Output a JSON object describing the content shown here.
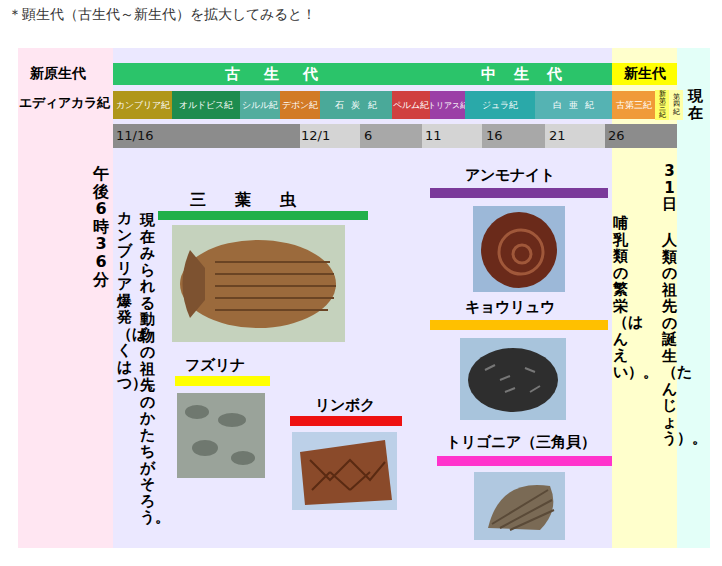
{
  "diagram": {
    "title": "＊顕生代（古生代～新生代）を拡大してみると！",
    "nodes": [
      {
        "text": [
          "古生代"
        ]
      },
      {
        "text": [
          "中生代"
        ]
      },
      {
        "text": [
          "新生代"
        ]
      },
      {
        "text": [
          "カンブリア紀"
        ]
      },
      {
        "text": [
          "オルドビス紀"
        ]
      },
      {
        "text": [
          "シルル紀"
        ]
      },
      {
        "text": [
          "デボン紀"
        ]
      },
      {
        "text": [
          "石炭紀"
        ]
      },
      {
        "text": [
          "ペルム紀"
        ]
      },
      {
        "text": [
          "トリアス紀"
        ]
      },
      {
        "text": [
          "ジュラ紀"
        ]
      },
      {
        "text": [
          "白亜紀"
        ]
      },
      {
        "text": [
          "古第三紀"
        ]
      },
      {
        "text": [
          "新第三紀"
        ]
      },
      {
        "text": [
          "第四紀"
        ]
      }
    ],
    "labels": [
      "新原生代",
      "エディアカラ紀",
      "現在",
      "11/16",
      "12/1",
      "6",
      "11",
      "16",
      "21",
      "26",
      "午後6時36分",
      "カンブリア爆発（ばくはつ）。",
      "現在みられる動物の祖先のかたちがそろう。",
      "三葉虫",
      "フズリナ",
      "リンボク",
      "アンモナイト",
      "キョウリュウ",
      "トリゴニア（三角貝）",
      "哺乳類の繁栄（はんえい）。",
      "31日",
      "人類の祖先の誕生（たんじょう）。"
    ]
  }
}
